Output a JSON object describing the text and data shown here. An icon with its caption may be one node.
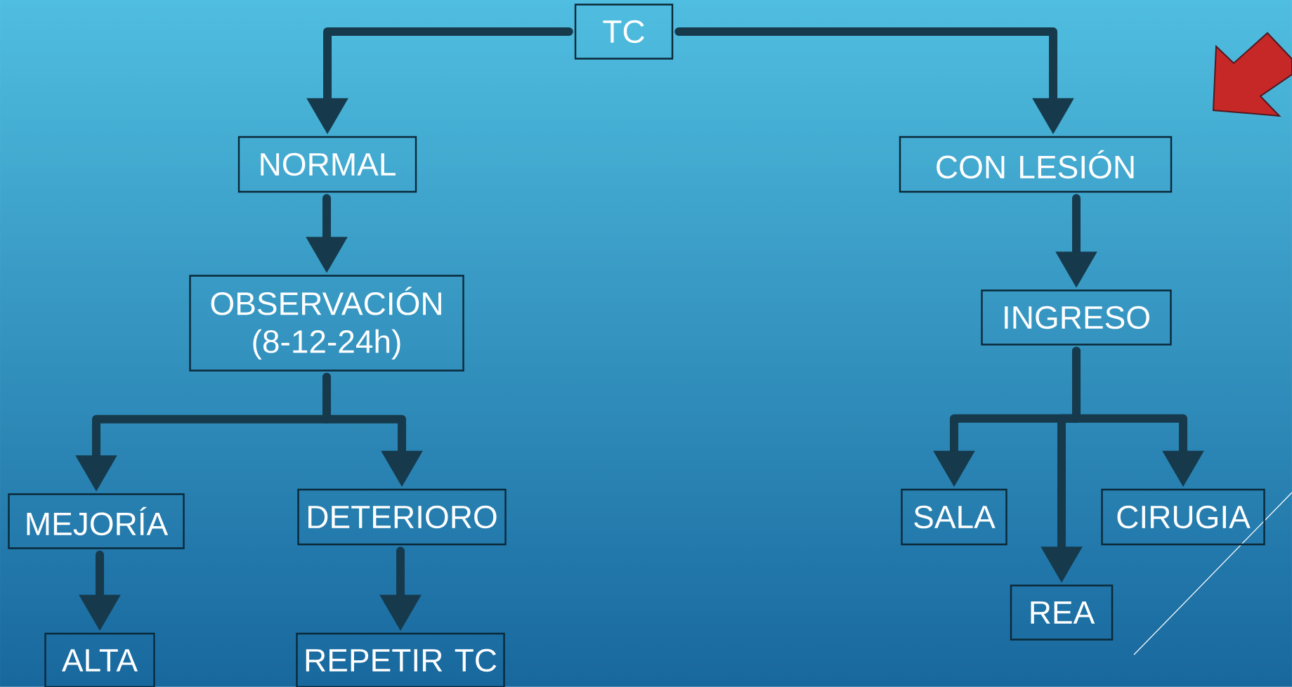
{
  "diagram": {
    "nodes": [
      {
        "text": [
          "TC"
        ]
      },
      {
        "text": [
          "NORMAL"
        ]
      },
      {
        "text": [
          "CON LESIÓN"
        ]
      },
      {
        "text": [
          "OBSERVACIÓN (8-12-24h)"
        ]
      },
      {
        "text": [
          "INGRESO"
        ]
      },
      {
        "text": [
          "MEJORÍA"
        ]
      },
      {
        "text": [
          "DETERIORO"
        ]
      },
      {
        "text": [
          "ALTA"
        ]
      },
      {
        "text": [
          "REPETIR TC"
        ]
      },
      {
        "text": [
          "SALA"
        ]
      },
      {
        "text": [
          "REA"
        ]
      },
      {
        "text": [
          "CIRUGIA"
        ]
      }
    ],
    "edges": [
      {
        "from": 0,
        "to": 1,
        "arrow": "to"
      },
      {
        "from": 0,
        "to": 2,
        "arrow": "to"
      },
      {
        "from": 1,
        "to": 3,
        "arrow": "to"
      },
      {
        "from": 2,
        "to": 4,
        "arrow": "to"
      },
      {
        "from": 3,
        "to": 5,
        "arrow": "to"
      },
      {
        "from": 3,
        "to": 6,
        "arrow": "to"
      },
      {
        "from": 4,
        "to": 9,
        "arrow": "to"
      },
      {
        "from": 4,
        "to": 10,
        "arrow": "to"
      },
      {
        "from": 4,
        "to": 11,
        "arrow": "to"
      },
      {
        "from": 5,
        "to": 7,
        "arrow": "to"
      },
      {
        "from": 6,
        "to": 8,
        "arrow": "to"
      }
    ]
  }
}
